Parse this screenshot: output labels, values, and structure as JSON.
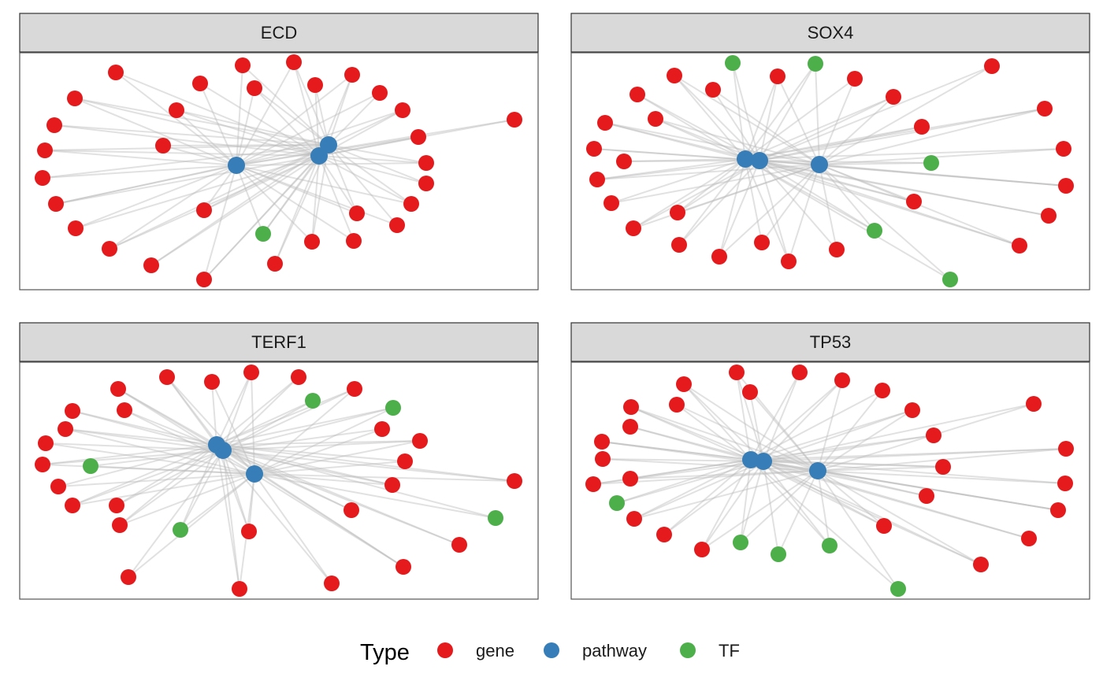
{
  "colors": {
    "gene": "#E41A1C",
    "pathway": "#377EB8",
    "TF": "#4DAF4A",
    "edge": "#bdbdbd",
    "strip_fill": "#d9d9d9",
    "panel_border": "#555555"
  },
  "legend": {
    "title": "Type",
    "items": [
      {
        "key": "gene",
        "label": "gene",
        "color": "#E41A1C"
      },
      {
        "key": "pathway",
        "label": "pathway",
        "color": "#377EB8"
      },
      {
        "key": "TF",
        "label": "TF",
        "color": "#4DAF4A"
      }
    ]
  },
  "panels": [
    {
      "title": "ECD",
      "pathways": [
        [
          300,
          210
        ],
        [
          405,
          198
        ],
        [
          417,
          184
        ]
      ],
      "nodes": [
        [
          147,
          92,
          "gene"
        ],
        [
          95,
          125,
          "gene"
        ],
        [
          69,
          159,
          "gene"
        ],
        [
          57,
          191,
          "gene"
        ],
        [
          54,
          226,
          "gene"
        ],
        [
          71,
          259,
          "gene"
        ],
        [
          96,
          290,
          "gene"
        ],
        [
          139,
          316,
          "gene"
        ],
        [
          192,
          337,
          "gene"
        ],
        [
          259,
          355,
          "gene"
        ],
        [
          308,
          83,
          "gene"
        ],
        [
          373,
          79,
          "gene"
        ],
        [
          254,
          106,
          "gene"
        ],
        [
          323,
          112,
          "gene"
        ],
        [
          400,
          108,
          "gene"
        ],
        [
          447,
          95,
          "gene"
        ],
        [
          482,
          118,
          "gene"
        ],
        [
          511,
          140,
          "gene"
        ],
        [
          531,
          174,
          "gene"
        ],
        [
          541,
          207,
          "gene"
        ],
        [
          541,
          233,
          "gene"
        ],
        [
          522,
          259,
          "gene"
        ],
        [
          504,
          286,
          "gene"
        ],
        [
          453,
          271,
          "gene"
        ],
        [
          449,
          306,
          "gene"
        ],
        [
          396,
          307,
          "gene"
        ],
        [
          349,
          335,
          "gene"
        ],
        [
          259,
          267,
          "gene"
        ],
        [
          207,
          185,
          "gene"
        ],
        [
          224,
          140,
          "gene"
        ],
        [
          653,
          152,
          "gene"
        ],
        [
          334,
          297,
          "TF"
        ]
      ]
    },
    {
      "title": "SOX4",
      "pathways": [
        [
          946,
          202
        ],
        [
          964,
          204
        ],
        [
          1040,
          209
        ]
      ],
      "nodes": [
        [
          930,
          80,
          "TF"
        ],
        [
          1035,
          81,
          "TF"
        ],
        [
          1182,
          207,
          "TF"
        ],
        [
          1110,
          293,
          "TF"
        ],
        [
          1206,
          355,
          "TF"
        ],
        [
          856,
          96,
          "gene"
        ],
        [
          809,
          120,
          "gene"
        ],
        [
          768,
          156,
          "gene"
        ],
        [
          754,
          189,
          "gene"
        ],
        [
          758,
          228,
          "gene"
        ],
        [
          776,
          258,
          "gene"
        ],
        [
          804,
          290,
          "gene"
        ],
        [
          792,
          205,
          "gene"
        ],
        [
          832,
          151,
          "gene"
        ],
        [
          905,
          114,
          "gene"
        ],
        [
          987,
          97,
          "gene"
        ],
        [
          1085,
          100,
          "gene"
        ],
        [
          1134,
          123,
          "gene"
        ],
        [
          1170,
          161,
          "gene"
        ],
        [
          1160,
          256,
          "gene"
        ],
        [
          1062,
          317,
          "gene"
        ],
        [
          1001,
          332,
          "gene"
        ],
        [
          967,
          308,
          "gene"
        ],
        [
          913,
          326,
          "gene"
        ],
        [
          862,
          311,
          "gene"
        ],
        [
          860,
          270,
          "gene"
        ],
        [
          1259,
          84,
          "gene"
        ],
        [
          1326,
          138,
          "gene"
        ],
        [
          1350,
          189,
          "gene"
        ],
        [
          1353,
          236,
          "gene"
        ],
        [
          1331,
          274,
          "gene"
        ],
        [
          1294,
          312,
          "gene"
        ]
      ]
    },
    {
      "title": "TERF1",
      "pathways": [
        [
          275,
          565
        ],
        [
          283,
          572
        ],
        [
          323,
          602
        ]
      ],
      "nodes": [
        [
          397,
          509,
          "TF"
        ],
        [
          499,
          518,
          "TF"
        ],
        [
          115,
          592,
          "TF"
        ],
        [
          229,
          673,
          "TF"
        ],
        [
          629,
          658,
          "TF"
        ],
        [
          150,
          494,
          "gene"
        ],
        [
          92,
          522,
          "gene"
        ],
        [
          83,
          545,
          "gene"
        ],
        [
          58,
          563,
          "gene"
        ],
        [
          54,
          590,
          "gene"
        ],
        [
          74,
          618,
          "gene"
        ],
        [
          92,
          642,
          "gene"
        ],
        [
          148,
          642,
          "gene"
        ],
        [
          152,
          667,
          "gene"
        ],
        [
          158,
          521,
          "gene"
        ],
        [
          212,
          479,
          "gene"
        ],
        [
          269,
          485,
          "gene"
        ],
        [
          319,
          473,
          "gene"
        ],
        [
          379,
          479,
          "gene"
        ],
        [
          450,
          494,
          "gene"
        ],
        [
          485,
          545,
          "gene"
        ],
        [
          533,
          560,
          "gene"
        ],
        [
          514,
          586,
          "gene"
        ],
        [
          498,
          616,
          "gene"
        ],
        [
          446,
          648,
          "gene"
        ],
        [
          316,
          675,
          "gene"
        ],
        [
          163,
          733,
          "gene"
        ],
        [
          304,
          748,
          "gene"
        ],
        [
          421,
          741,
          "gene"
        ],
        [
          512,
          720,
          "gene"
        ],
        [
          583,
          692,
          "gene"
        ],
        [
          653,
          611,
          "gene"
        ]
      ]
    },
    {
      "title": "TP53",
      "pathways": [
        [
          953,
          584
        ],
        [
          969,
          586
        ],
        [
          1038,
          598
        ]
      ],
      "nodes": [
        [
          783,
          639,
          "TF"
        ],
        [
          940,
          689,
          "TF"
        ],
        [
          988,
          704,
          "TF"
        ],
        [
          1053,
          693,
          "TF"
        ],
        [
          1140,
          748,
          "TF"
        ],
        [
          935,
          473,
          "gene"
        ],
        [
          1015,
          473,
          "gene"
        ],
        [
          868,
          488,
          "gene"
        ],
        [
          952,
          498,
          "gene"
        ],
        [
          1069,
          483,
          "gene"
        ],
        [
          1120,
          496,
          "gene"
        ],
        [
          1158,
          521,
          "gene"
        ],
        [
          1185,
          553,
          "gene"
        ],
        [
          1197,
          593,
          "gene"
        ],
        [
          1176,
          630,
          "gene"
        ],
        [
          1122,
          668,
          "gene"
        ],
        [
          859,
          514,
          "gene"
        ],
        [
          801,
          517,
          "gene"
        ],
        [
          800,
          542,
          "gene"
        ],
        [
          764,
          561,
          "gene"
        ],
        [
          765,
          583,
          "gene"
        ],
        [
          753,
          615,
          "gene"
        ],
        [
          800,
          608,
          "gene"
        ],
        [
          805,
          659,
          "gene"
        ],
        [
          843,
          679,
          "gene"
        ],
        [
          891,
          698,
          "gene"
        ],
        [
          1312,
          513,
          "gene"
        ],
        [
          1353,
          570,
          "gene"
        ],
        [
          1352,
          614,
          "gene"
        ],
        [
          1343,
          648,
          "gene"
        ],
        [
          1306,
          684,
          "gene"
        ],
        [
          1245,
          717,
          "gene"
        ]
      ]
    }
  ]
}
